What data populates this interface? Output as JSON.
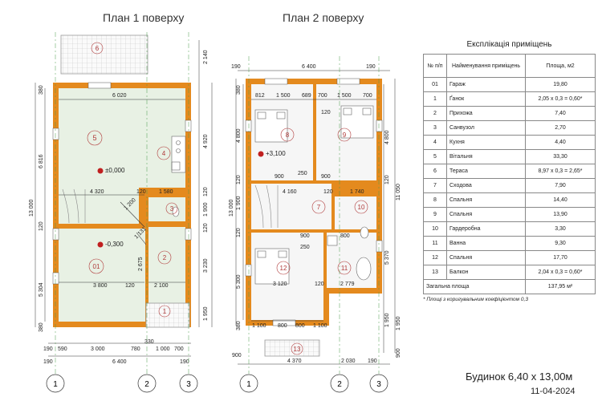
{
  "plans": {
    "floor1_title": "План 1 поверху",
    "floor2_title": "План 2 поверху"
  },
  "dims1": {
    "top": "6 020",
    "hgt": "13 000",
    "d6816": "6 816",
    "d5304": "5 304",
    "d380a": "380",
    "d380b": "380",
    "d120": "120",
    "d4320": "4 320",
    "d120b": "120",
    "d1580": "1 580",
    "d1200": "1 200",
    "d1131": "1 131",
    "d2675": "2 675",
    "d3800": "3 800",
    "d120c": "120",
    "d2100": "2 100",
    "b190a": "190",
    "b590": "590",
    "b3000": "3 000",
    "b780": "780",
    "b1000": "1 000",
    "b700": "700",
    "b6400": "6 400",
    "b190c": "190",
    "b190d": "190",
    "b330": "330",
    "r2140": "2 140",
    "r4920": "4 920",
    "r1900": "1 900",
    "r120a": "120",
    "r120b": "120",
    "r3230": "3 230",
    "r1950": "1 950",
    "lvl0": "±0,000",
    "lvl1": "-0,300"
  },
  "dims2": {
    "top": "6 400",
    "t190a": "190",
    "t190b": "190",
    "t812": "812",
    "t1500": "1 500",
    "t689": "689",
    "t700a": "700",
    "t1500b": "1 500",
    "t700b": "700",
    "l380": "380",
    "l4800": "4 800",
    "l120a": "120",
    "l1900": "1 900",
    "l120b": "120",
    "l5300": "5 300",
    "l380b": "380",
    "l13000": "13 000",
    "r4800": "4 800",
    "r120": "120",
    "r1950": "1 950",
    "r5370": "5 370",
    "r11050": "11 050",
    "r1950b": "1 950",
    "r900": "900",
    "i120": "120",
    "i250": "250",
    "i900a": "900",
    "i900b": "900",
    "i4160": "4 160",
    "i120b": "120",
    "i1740": "1 740",
    "i900c": "900",
    "i800": "800",
    "i250b": "250",
    "i3120": "3 120",
    "i120c": "120",
    "i2779": "2 779",
    "b1100": "1 100",
    "b800a": "800",
    "b800b": "800",
    "b1100b": "1 100",
    "b900": "900",
    "b4370": "4 370",
    "b2030": "2 030",
    "b190": "190",
    "lvl": "+3,100"
  },
  "rooms1": [
    "6",
    "5",
    "4",
    "3",
    "01",
    "2",
    "1"
  ],
  "rooms2": [
    "8",
    "9",
    "7",
    "10",
    "12",
    "11",
    "13"
  ],
  "axes": [
    "1",
    "2",
    "3"
  ],
  "table": {
    "title": "Експлікація приміщень",
    "headers": [
      "№ п/п",
      "Найменування приміщень",
      "Площа, м2"
    ],
    "rows": [
      [
        "01",
        "Гараж",
        "19,80"
      ],
      [
        "1",
        "Ґанок",
        "2,05 x 0,3 = 0,60*"
      ],
      [
        "2",
        "Прихожа",
        "7,40"
      ],
      [
        "3",
        "Санвузол",
        "2,70"
      ],
      [
        "4",
        "Кухня",
        "4,40"
      ],
      [
        "5",
        "Вітальня",
        "33,30"
      ],
      [
        "6",
        "Тераса",
        "8,97 x 0,3 = 2,65*"
      ],
      [
        "7",
        "Сходова",
        "7,90"
      ],
      [
        "8",
        "Спальня",
        "14,40"
      ],
      [
        "9",
        "Спальня",
        "13,90"
      ],
      [
        "10",
        "Гардеробна",
        "3,30"
      ],
      [
        "11",
        "Ванна",
        "9,30"
      ],
      [
        "12",
        "Спальня",
        "17,70"
      ],
      [
        "13",
        "Балкон",
        "2,04 x 0,3 = 0,60*"
      ]
    ],
    "total_label": "Загальна площа",
    "total_value": "137,95 м²",
    "note": "* Площі з коригувальним коефіцієнтом 0,3"
  },
  "caption": "Будинок  6,40 х 13,00м",
  "date": "11-04-2024",
  "colors": {
    "wall": "#e48a1e",
    "floor1": "#e8f1e4",
    "floor2": "#f6f6f6",
    "room_label": "#b03a3a",
    "dim": "#333333"
  }
}
